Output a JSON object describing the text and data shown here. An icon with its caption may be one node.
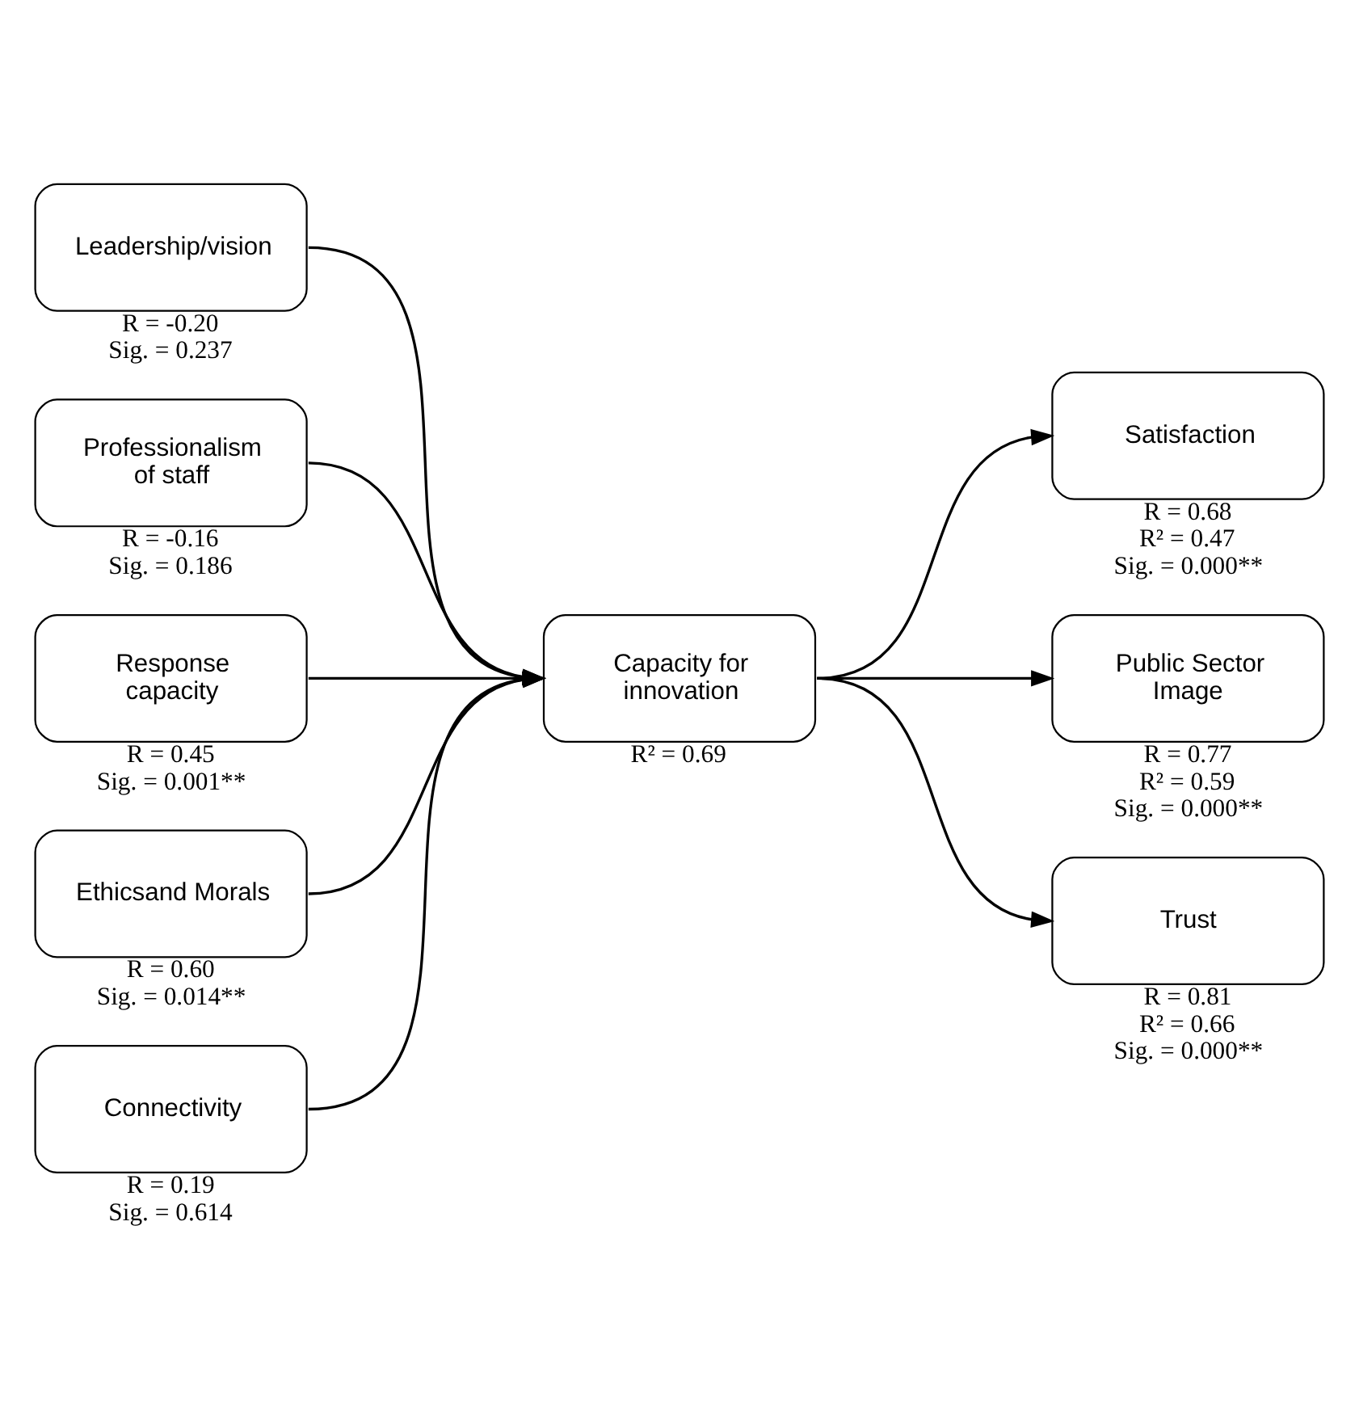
{
  "diagram": {
    "nodes": [
      {
        "text": [
          "Leadership/vision"
        ],
        "beside": [
          "R = -0.20",
          "Sig. = 0.237"
        ]
      },
      {
        "text": [
          "Professionalism of staff"
        ],
        "beside": [
          "R = -0.16",
          "Sig. = 0.186"
        ]
      },
      {
        "text": [
          "Response capacity"
        ],
        "beside": [
          "R = 0.45",
          "Sig. = 0.001**"
        ]
      },
      {
        "text": [
          "Ethicsand Morals"
        ],
        "beside": [
          "R = 0.60",
          "Sig. = 0.014**"
        ]
      },
      {
        "text": [
          "Connectivity"
        ],
        "beside": [
          "R = 0.19",
          "Sig. = 0.614"
        ]
      },
      {
        "text": [
          "Capacity for innovation"
        ],
        "beside": [
          "R² = 0.69"
        ]
      },
      {
        "text": [
          "Satisfaction"
        ],
        "beside": [
          "R = 0.68",
          "R² = 0.47",
          "Sig. = 0.000**"
        ]
      },
      {
        "text": [
          "Public Sector Image"
        ],
        "beside": [
          "R = 0.77",
          "R² = 0.59",
          "Sig. = 0.000**"
        ]
      },
      {
        "text": [
          "Trust"
        ],
        "beside": [
          "R = 0.81",
          "R² = 0.66",
          "Sig. = 0.000**"
        ]
      }
    ],
    "edges": [
      {
        "from": 0,
        "to": 5,
        "arrow": "to"
      },
      {
        "from": 1,
        "to": 5,
        "arrow": "to"
      },
      {
        "from": 2,
        "to": 5,
        "arrow": "to"
      },
      {
        "from": 3,
        "to": 5,
        "arrow": "to"
      },
      {
        "from": 4,
        "to": 5,
        "arrow": "to"
      },
      {
        "from": 5,
        "to": 6,
        "arrow": "to"
      },
      {
        "from": 5,
        "to": 7,
        "arrow": "to"
      },
      {
        "from": 5,
        "to": 8,
        "arrow": "to"
      }
    ]
  }
}
